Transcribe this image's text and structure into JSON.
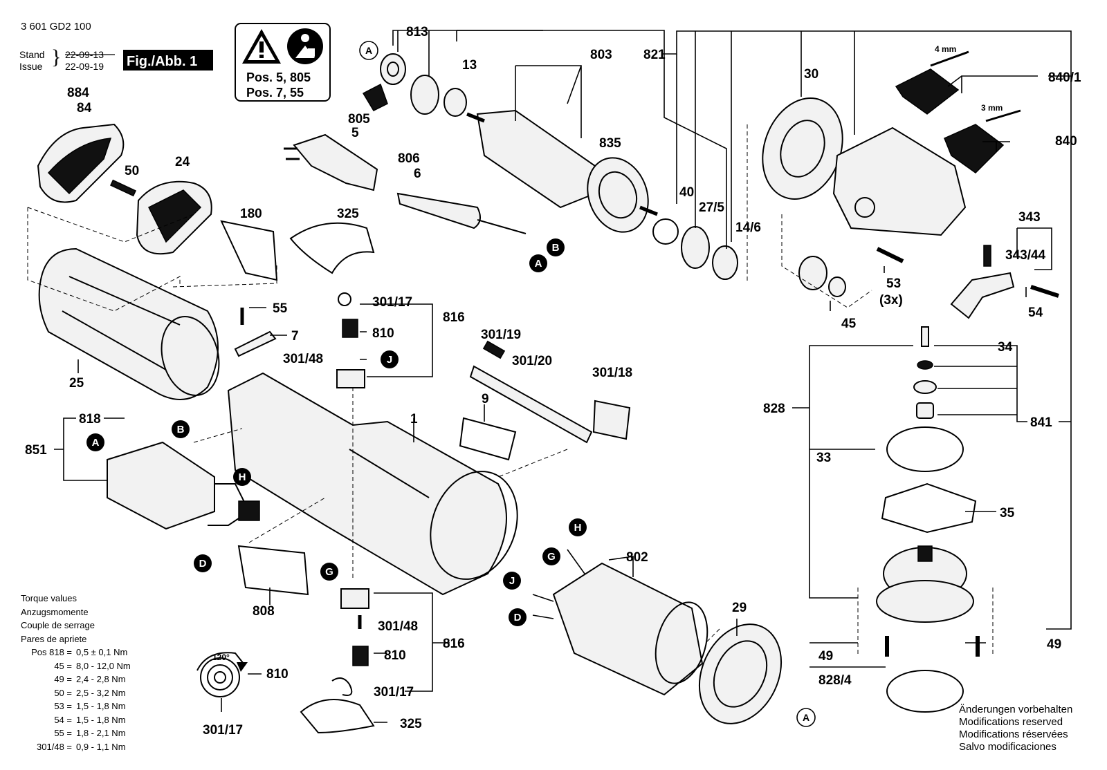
{
  "document": {
    "code": "3 601 GD2 100",
    "stand_label": "Stand",
    "issue_label": "Issue",
    "date_old": "22-09-13",
    "date_new": "22-09-19",
    "fig_label": "Fig./Abb. 1"
  },
  "warning_box": {
    "line1": "Pos. 5, 805",
    "line2": "Pos. 7, 55",
    "icons": [
      "warning-triangle-icon",
      "read-manual-icon"
    ]
  },
  "torque": {
    "title_lines": [
      "Torque values",
      "Anzugsmomente",
      "Couple de serrage",
      "Pares de apriete"
    ],
    "rows": [
      {
        "pos": "Pos 818 =",
        "value": "0,5 ± 0,1 Nm"
      },
      {
        "pos": "45 =",
        "value": "8,0 - 12,0 Nm"
      },
      {
        "pos": "49 =",
        "value": "2,4 - 2,8 Nm"
      },
      {
        "pos": "50 =",
        "value": "2,5 - 3,2 Nm"
      },
      {
        "pos": "53 =",
        "value": "1,5 - 1,8 Nm"
      },
      {
        "pos": "54 =",
        "value": "1,5 - 1,8 Nm"
      },
      {
        "pos": "55 =",
        "value": "1,8 - 2,1 Nm"
      },
      {
        "pos": "301/48 =",
        "value": "0,9 - 1,1 Nm"
      }
    ]
  },
  "modifications": [
    "Änderungen vorbehalten",
    "Modifications reserved",
    "Modifications réservées",
    "Salvo modificaciones"
  ],
  "labels": {
    "p813": "813",
    "p13": "13",
    "p803": "803",
    "p821": "821",
    "p30": "30",
    "p840_1": "840/1",
    "p4mm": "4 mm",
    "p3mm": "3 mm",
    "p840": "840",
    "p884": "884",
    "p84": "84",
    "p805": "805",
    "p5": "5",
    "p835": "835",
    "p806": "806",
    "p6": "6",
    "p40": "40",
    "p27_5": "27/5",
    "p14_6": "14/6",
    "p50": "50",
    "p24": "24",
    "p180": "180",
    "p325a": "325",
    "p343": "343",
    "p343_44": "343/44",
    "p53": "53",
    "p3x": "(3x)",
    "p54": "54",
    "p45": "45",
    "p55": "55",
    "p301_17a": "301/17",
    "p816a": "816",
    "p7": "7",
    "p810a": "810",
    "p301_48a": "301/48",
    "p301_19": "301/19",
    "p301_20": "301/20",
    "p301_18": "301/18",
    "p25": "25",
    "p34": "34",
    "p818": "818",
    "p1": "1",
    "p9": "9",
    "p828": "828",
    "p841": "841",
    "p851": "851",
    "p33": "33",
    "p35": "35",
    "p802": "802",
    "p808": "808",
    "p301_48b": "301/48",
    "p816b": "816",
    "p810b": "810",
    "p29": "29",
    "p49a": "49",
    "p49b": "49",
    "p828_4": "828/4",
    "p810c": "810",
    "p301_17b": "301/17",
    "p301_17c": "301/17",
    "p325b": "325",
    "p120": "120°"
  },
  "connectors": {
    "A": "A",
    "B": "B",
    "D": "D",
    "G": "G",
    "H": "H",
    "J": "J"
  }
}
